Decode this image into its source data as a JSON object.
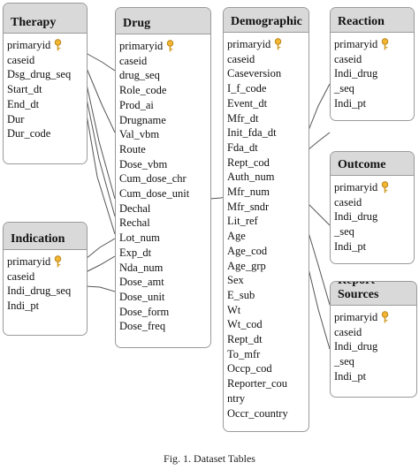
{
  "tables": {
    "therapy": {
      "title": "Therapy",
      "fields": [
        "primaryid",
        "caseid",
        "Dsg_drug_seq",
        "Start_dt",
        "End_dt",
        "Dur",
        "Dur_code"
      ]
    },
    "indication": {
      "title": "Indication",
      "fields": [
        "primaryid",
        "caseid",
        "Indi_drug_seq",
        "Indi_pt"
      ]
    },
    "drug": {
      "title": "Drug",
      "fields": [
        "primaryid",
        "caseid",
        "drug_seq",
        "Role_code",
        "Prod_ai",
        "Drugname",
        "Val_vbm",
        "Route",
        "Dose_vbm",
        "Cum_dose_chr",
        "Cum_dose_unit",
        "Dechal",
        "Rechal",
        "Lot_num",
        "Exp_dt",
        "Nda_num",
        "Dose_amt",
        "Dose_unit",
        "Dose_form",
        "Dose_freq"
      ]
    },
    "demographic": {
      "title": "Demographic",
      "fields": [
        "primaryid",
        "caseid",
        "Caseversion",
        "I_f_code",
        "Event_dt",
        "Mfr_dt",
        "Init_fda_dt",
        "Fda_dt",
        "Rept_cod",
        "Auth_num",
        "Mfr_num",
        "Mfr_sndr",
        "Lit_ref",
        "Age",
        "Age_cod",
        "Age_grp",
        "Sex",
        "E_sub",
        "Wt",
        "Wt_cod",
        "Rept_dt",
        "To_mfr",
        "Occp_cod",
        "Reporter_cou",
        "ntry",
        "Occr_country"
      ]
    },
    "reaction": {
      "title": "Reaction",
      "fields": [
        "primaryid",
        "caseid",
        "Indi_drug",
        "_seq",
        "Indi_pt"
      ]
    },
    "outcome": {
      "title": "Outcome",
      "fields": [
        "primaryid",
        "caseid",
        "Indi_drug",
        "_seq",
        "Indi_pt"
      ]
    },
    "report_sources": {
      "title": "Report Sources",
      "fields": [
        "primaryid",
        "caseid",
        "Indi_drug",
        "_seq",
        "Indi_pt"
      ]
    }
  },
  "key_icon": "key-icon",
  "caption": "Fig. 1.   Dataset Tables"
}
